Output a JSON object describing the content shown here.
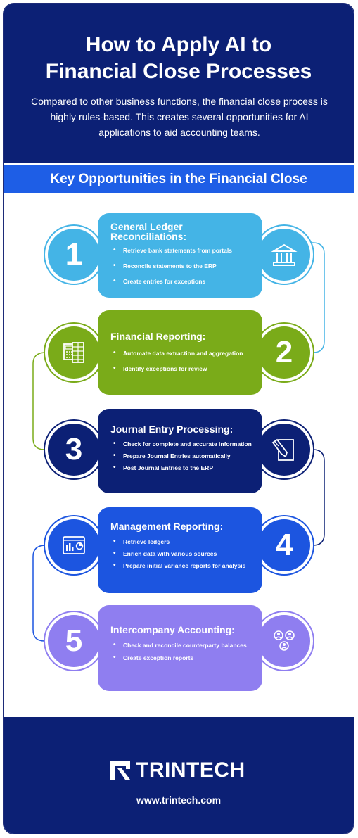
{
  "header": {
    "title_line1": "How to Apply AI to",
    "title_line2": "Financial Close Processes",
    "subtitle": "Compared to other business functions, the financial close process is highly rules-based. This creates several opportunities for AI applications to aid accounting teams."
  },
  "section_heading": "Key Opportunities in the Financial Close",
  "steps": [
    {
      "number": "1",
      "title": "General Ledger Reconciliations:",
      "bullets": [
        "Retrieve bank statements from portals",
        "Reconcile statements to the ERP",
        "Create entries for exceptions"
      ],
      "icon": "bank-icon",
      "color": "#44b4e6"
    },
    {
      "number": "2",
      "title": "Financial Reporting:",
      "bullets": [
        "Automate data extraction and aggregation",
        "Identify exceptions for review"
      ],
      "icon": "spreadsheet-icon",
      "color": "#7aab19"
    },
    {
      "number": "3",
      "title": "Journal Entry Processing:",
      "bullets": [
        "Check for complete and accurate information",
        "Prepare Journal Entries automatically",
        "Post Journal Entries to the ERP"
      ],
      "icon": "document-pen-icon",
      "color": "#0c2075"
    },
    {
      "number": "4",
      "title": "Management Reporting:",
      "bullets": [
        "Retrieve ledgers",
        "Enrich data with various sources",
        "Prepare initial variance reports for analysis"
      ],
      "icon": "dashboard-icon",
      "color": "#1c55e0"
    },
    {
      "number": "5",
      "title": "Intercompany Accounting:",
      "bullets": [
        "Check and reconcile counterparty balances",
        "Create exception reports"
      ],
      "icon": "people-network-icon",
      "color": "#8f7ef0"
    }
  ],
  "footer": {
    "brand": "TRINTECH",
    "url": "www.trintech.com"
  }
}
